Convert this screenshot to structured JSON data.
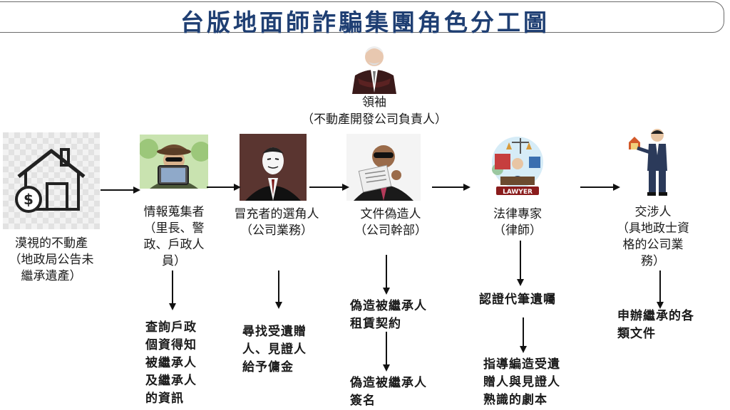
{
  "title": "台版地面師詐騙集團角色分工圖",
  "leader": {
    "name": "領袖",
    "sub": "（不動產開發公司負責人）"
  },
  "roles": [
    {
      "label_lines": [
        "漠視的不動產",
        "（地政局公告未",
        "繼承遺產）"
      ]
    },
    {
      "label_lines": [
        "情報蒐集者",
        "（里長、警",
        "政、戶政人",
        "員）"
      ]
    },
    {
      "label_lines": [
        "冒充者的選角人",
        "（公司業務）"
      ]
    },
    {
      "label_lines": [
        "文件偽造人",
        "（公司幹部）"
      ]
    },
    {
      "label_lines": [
        "法律專家",
        "（律師）"
      ]
    },
    {
      "label_lines": [
        "交涉人",
        "（具地政士資",
        "格的公司業",
        "務）"
      ]
    }
  ],
  "tasks": {
    "intel": [
      "查詢戶政",
      "個資得知",
      "被繼承人",
      "及繼承人",
      "的資訊"
    ],
    "casting": [
      "尋找受遺贈",
      "人、見證人",
      "給予傭金"
    ],
    "forge1": [
      "偽造被繼承人",
      "租賃契約"
    ],
    "forge2": [
      "偽造被繼承人",
      "簽名"
    ],
    "legal1": [
      "認證代筆遺囑"
    ],
    "legal2": [
      "指導編造受遺",
      "贈人與見證人",
      "熟識的劇本"
    ],
    "negotiator": [
      "申辦繼承的各",
      "類文件"
    ]
  },
  "lawyer_badge": "LAWYER"
}
